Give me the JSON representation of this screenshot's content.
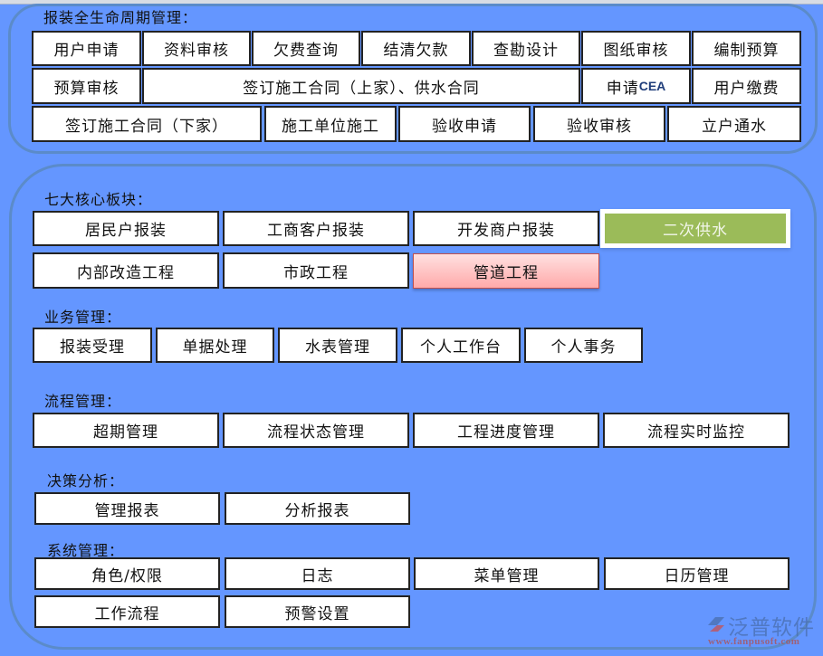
{
  "lifecycle": {
    "title": "报装全生命周期管理：",
    "row1": [
      "用户申请",
      "资料审核",
      "欠费查询",
      "结清欠款",
      "查勘设计",
      "图纸审核",
      "编制预算"
    ],
    "row2": [
      {
        "label": "预算审核"
      },
      {
        "label": "签订施工合同（上家）、供水合同"
      },
      {
        "label_cn": "申请",
        "label_latin": "CEA"
      },
      {
        "label": "用户缴费"
      }
    ],
    "row3": [
      "签订施工合同（下家）",
      "施工单位施工",
      "验收申请",
      "验收审核",
      "立户通水"
    ]
  },
  "core_modules": {
    "title": "七大核心板块：",
    "items": [
      "居民户报装",
      "工商客户报装",
      "开发商户报装",
      "二次供水",
      "内部改造工程",
      "市政工程",
      "管道工程"
    ],
    "highlight_colors": {
      "二次供水": "#9BBB59",
      "管道工程": "#FFB6B6"
    }
  },
  "business": {
    "title": "业务管理：",
    "items": [
      "报装受理",
      "单据处理",
      "水表管理",
      "个人工作台",
      "个人事务"
    ]
  },
  "process": {
    "title": "流程管理：",
    "items": [
      "超期管理",
      "流程状态管理",
      "工程进度管理",
      "流程实时监控"
    ]
  },
  "decision": {
    "title": "决策分析：",
    "items": [
      "管理报表",
      "分析报表"
    ]
  },
  "system": {
    "title": "系统管理：",
    "items": [
      "角色/权限",
      "日志",
      "菜单管理",
      "日历管理",
      "工作流程",
      "预警设置"
    ]
  },
  "watermark": {
    "brand": "泛普软件",
    "url": "www.fanpusoft.com"
  },
  "colors": {
    "background": "#6496FF",
    "panel_border": "#5B8BC9",
    "green": "#9BBB59",
    "pink": "#FFB6B6"
  }
}
